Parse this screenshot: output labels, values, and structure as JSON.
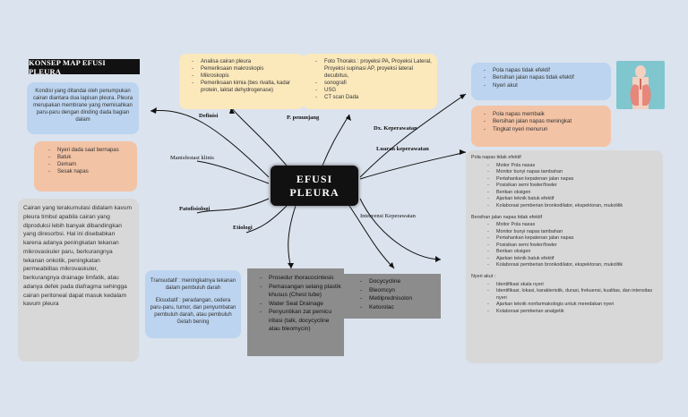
{
  "title": "KONSEP MAP EFUSI PLEURA",
  "center": {
    "line1": "EFUSI",
    "line2": "PLEURA"
  },
  "labels": {
    "definisi": "Definisi",
    "p_penunjang": "P. penunjang",
    "dx_keperawatan": "Dx. Keperawatan",
    "luaran": "Luaran keperawatan",
    "manifestasi": "Manisfestasi klinis",
    "patofisiologi": "Patofisiologi",
    "etiologi": "Etiologi",
    "intervensi": "Intervensi Keperawatan"
  },
  "definisi_text": "Kondisi yang ditandai oleh penumpukan cairan diantara dua lapisan pleura. Pleura merupakan membrane yang memisahkan paru-paru dengan dinding dada bagian dalam",
  "manifestasi_items": [
    "Nyeri dada saat bernapas",
    "Batuk",
    "Demam",
    "Sesak napas"
  ],
  "patofisiologi_text": "Cairan yang terakumulasi didalam kavum pleura timbul apabila cairan yang diproduksi lebih banyak dibandingkan yang diresorbsi. Hal ini disebabkan karena adanya peningkatan tekanan mikrovaskuler paru, berkurangnya tekanan onkotik, peningkatan permeabilitas mikrovaskuler, berkurangnya drainage limfatik, atau adanya defek pada diafragma sehingga cairan peritoneal dapat masuk kedalam kavum pleura",
  "penunjang_left": [
    "Analisa cairan pleura",
    "Pemeriksaan makroskopis",
    "Mikroskopis",
    "Pemeriksaan kimia (bes rivalta, kadar protein, laktat dehydrogenase)"
  ],
  "penunjang_right": [
    "Foto Thoraks : proyeksi PA, Proyeksi Lateral, Proyeksi supinasi AP, proyeksi lateral decubitus,",
    "sonografi",
    "USG",
    "CT scan Dada"
  ],
  "dx_items": [
    "Pola napas tidak efektif",
    "Bersihan jalan napas tidak efektif",
    "Nyeri akut"
  ],
  "luaran_items": [
    "Pola napas membaik",
    "Bersihan jalan napas meningkat",
    "Tingkat nyeri menurun"
  ],
  "etiologi_text1": "Transudatif : meningkatnya tekanan dalam pembuluh darah",
  "etiologi_text2": "Eksudatif : peradangan, cedera paru-paru, tumor, dan penyumbatan pembuluh darah, atau pembuluh Getah bening",
  "procedures": [
    "Prosedur thoracocintesis",
    "Pemasangan selang plastik khusus (Chest tube)",
    "Water Seal Drainage",
    "Penyuntikan zat pemicu iritasi (talk, docycycline atau bleomycin)"
  ],
  "drugs": [
    "Docycycline",
    "Bleomcyn",
    "Metilprednisolon",
    "Ketorolac"
  ],
  "intervensi": {
    "sections": [
      {
        "heading": "Pola napas tidak efektif",
        "items": [
          "Moitor Pola nasas",
          "Monitor bunyi napas tambahan",
          "Pertahankan kepatenan jalan napas",
          "Posisikan semi fowler/fowler",
          "Berikan oksigen",
          "Ajarkan teknik batuk efektif",
          "Kolaborasi pemberian bronkodilator, ekspektoran, mukolitik"
        ]
      },
      {
        "heading": "Bersihan jalan napas tidak efektif",
        "items": [
          "Moitor Pola nasas",
          "Monitor bunyi napas tambahan",
          "Pertahankan kepatenan jalan napas",
          "Posisikan semi fowler/fowler",
          "Berikan oksigen",
          "Ajarkan teknik batuk efektif",
          "Kolaborasi pemberian bronkodilator, ekspektoran, mukolitik"
        ]
      },
      {
        "heading": "Nyeri akut :",
        "items": [
          "Identifikasi skala nyeri",
          "Identifikasi, lokasi, karakteristik, durasi, frekuensi, kualitas, dan intensitas nyeri",
          "Ajarkan teknik nonfarmakologis untuk meredakan nyeri",
          "Kolaborasi pemberian analgetik"
        ]
      }
    ]
  },
  "colors": {
    "background": "#dbe3ee",
    "blue": "#bcd4ef",
    "peach": "#f3c3a5",
    "yellow": "#fbe9bc",
    "grey": "#d8d8d8",
    "dark": "#8c8c8c"
  },
  "icons": {
    "lungs_illustration": "lungs-anatomy-icon"
  }
}
